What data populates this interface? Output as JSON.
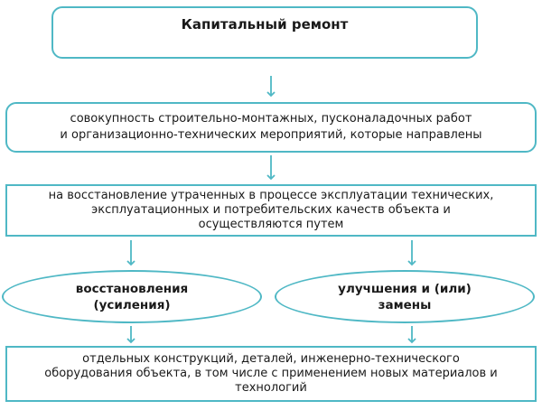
{
  "diagram": {
    "title": "Капитальный ремонт",
    "definition_line1": "совокупность строительно-монтажных, пусконаладочных работ",
    "definition_line2": "и организационно-технических мероприятий, которые направлены",
    "purpose_line1": "на восстановление утраченных в процессе эксплуатации технических,",
    "purpose_line2": "эксплуатационных и потребительских качеств объекта и",
    "purpose_line3": "осуществляются путем",
    "branch_left_line1": "восстановления",
    "branch_left_line2": "(усиления)",
    "branch_right_line1": "улучшения и (или)",
    "branch_right_line2": "замены",
    "objects_line1": "отдельных конструкций, деталей, инженерно-технического",
    "objects_line2": "оборудования объекта, в том числе с применением новых материалов и",
    "objects_line3": "технологий"
  },
  "colors": {
    "border": "#4fb8c5",
    "arrow": "#4fb8c5",
    "text": "#1a1a1a"
  }
}
